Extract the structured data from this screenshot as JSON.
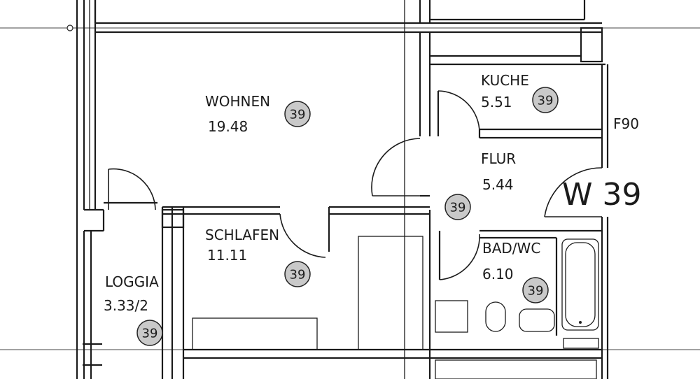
{
  "rooms": {
    "wohnen": {
      "name": "WOHNEN",
      "area": "19.48",
      "badge": "39"
    },
    "kuche": {
      "name": "KUCHE",
      "area": "5.51",
      "badge": "39"
    },
    "flur": {
      "name": "FLUR",
      "area": "5.44",
      "badge": "39"
    },
    "schlafen": {
      "name": "SCHLAFEN",
      "area": "11.11",
      "badge": "39"
    },
    "bad": {
      "name": "BAD/WC",
      "area": "6.10",
      "badge": "39"
    },
    "loggia": {
      "name": "LOGGIA",
      "area": "3.33/2",
      "badge": "39"
    }
  },
  "unit_tag": "W 39",
  "fire_rating": "F90"
}
